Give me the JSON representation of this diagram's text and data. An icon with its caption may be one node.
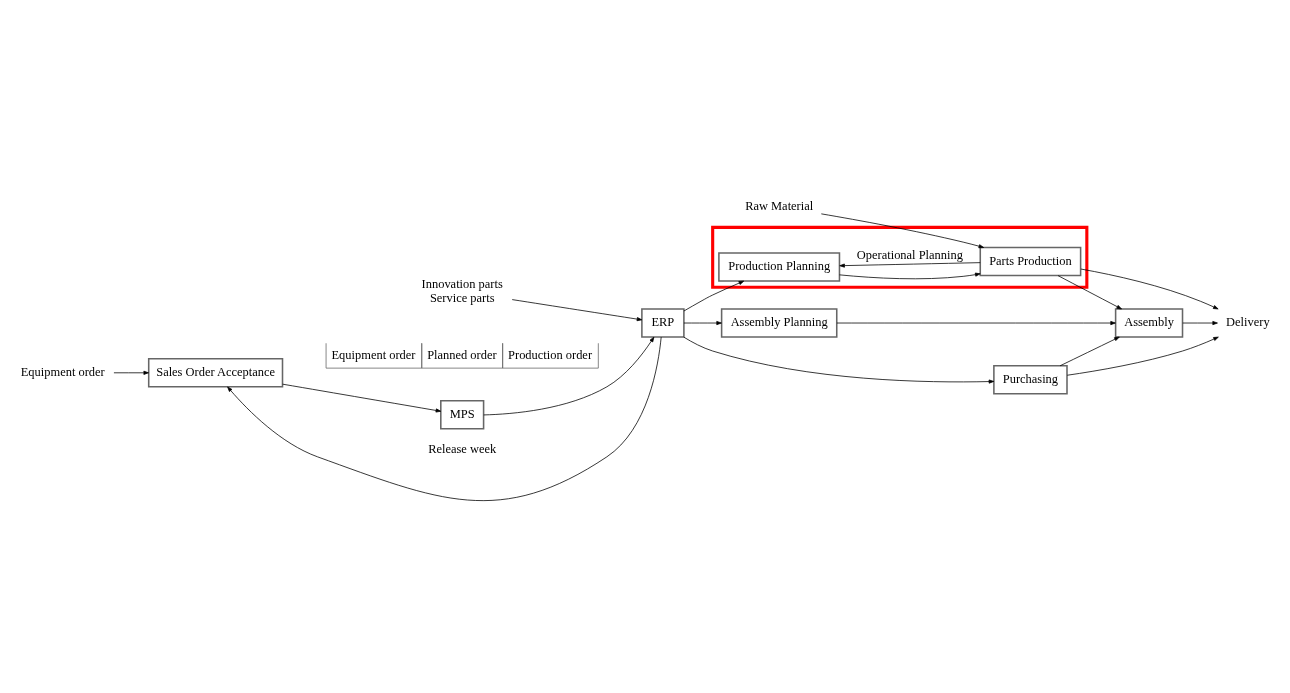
{
  "diagram": {
    "nodes": [
      {
        "text": [
          "Raw Material"
        ]
      },
      {
        "text": [
          "Innovation parts",
          "Service parts"
        ]
      },
      {
        "text": [],
        "shape": "box"
      },
      {
        "text": [
          "Production Planning"
        ],
        "in": 2
      },
      {
        "text": [
          "Parts Production"
        ],
        "in": 2
      },
      {
        "text": [
          "Equipment order"
        ]
      },
      {
        "text": [
          "Sales Order Acceptance"
        ]
      },
      {
        "text": [
          "MPS"
        ]
      },
      {
        "text": [
          "ERP"
        ]
      },
      {
        "text": [
          "Assembly Planning"
        ]
      },
      {
        "text": [
          "Assembly"
        ]
      },
      {
        "text": [
          "Delivery"
        ]
      },
      {
        "text": [
          "Purchasing"
        ]
      }
    ],
    "edges": [
      {
        "from": 5,
        "to": 6,
        "arrow": "to"
      },
      {
        "from": 6,
        "to": 7,
        "arrow": "to"
      },
      {
        "from": 7,
        "to": 8,
        "arrow": "to"
      },
      {
        "from": 1,
        "to": 8,
        "arrow": "to"
      },
      {
        "from": 8,
        "to": 3,
        "arrow": "to"
      },
      {
        "from": 3,
        "to": 4,
        "arrow": "to"
      },
      {
        "from": 4,
        "to": 3,
        "arrow": "to",
        "label": "Operational Planning"
      },
      {
        "from": 0,
        "to": 4,
        "arrow": "to"
      },
      {
        "from": 4,
        "to": 11,
        "arrow": "to"
      },
      {
        "from": 4,
        "to": 10,
        "arrow": "to"
      },
      {
        "from": 8,
        "to": 9,
        "arrow": "to"
      },
      {
        "from": 9,
        "to": 10,
        "arrow": "to"
      },
      {
        "from": 10,
        "to": 11,
        "arrow": "to"
      },
      {
        "from": 12,
        "to": 10,
        "arrow": "to"
      },
      {
        "from": 12,
        "to": 11,
        "arrow": "to"
      },
      {
        "from": 8,
        "to": 6,
        "arrow": "to",
        "label": "Release week"
      },
      {
        "from": 8,
        "to": 12,
        "arrow": "to"
      }
    ],
    "labels": [
      "Equipment order",
      "Planned order",
      "Production order"
    ]
  }
}
